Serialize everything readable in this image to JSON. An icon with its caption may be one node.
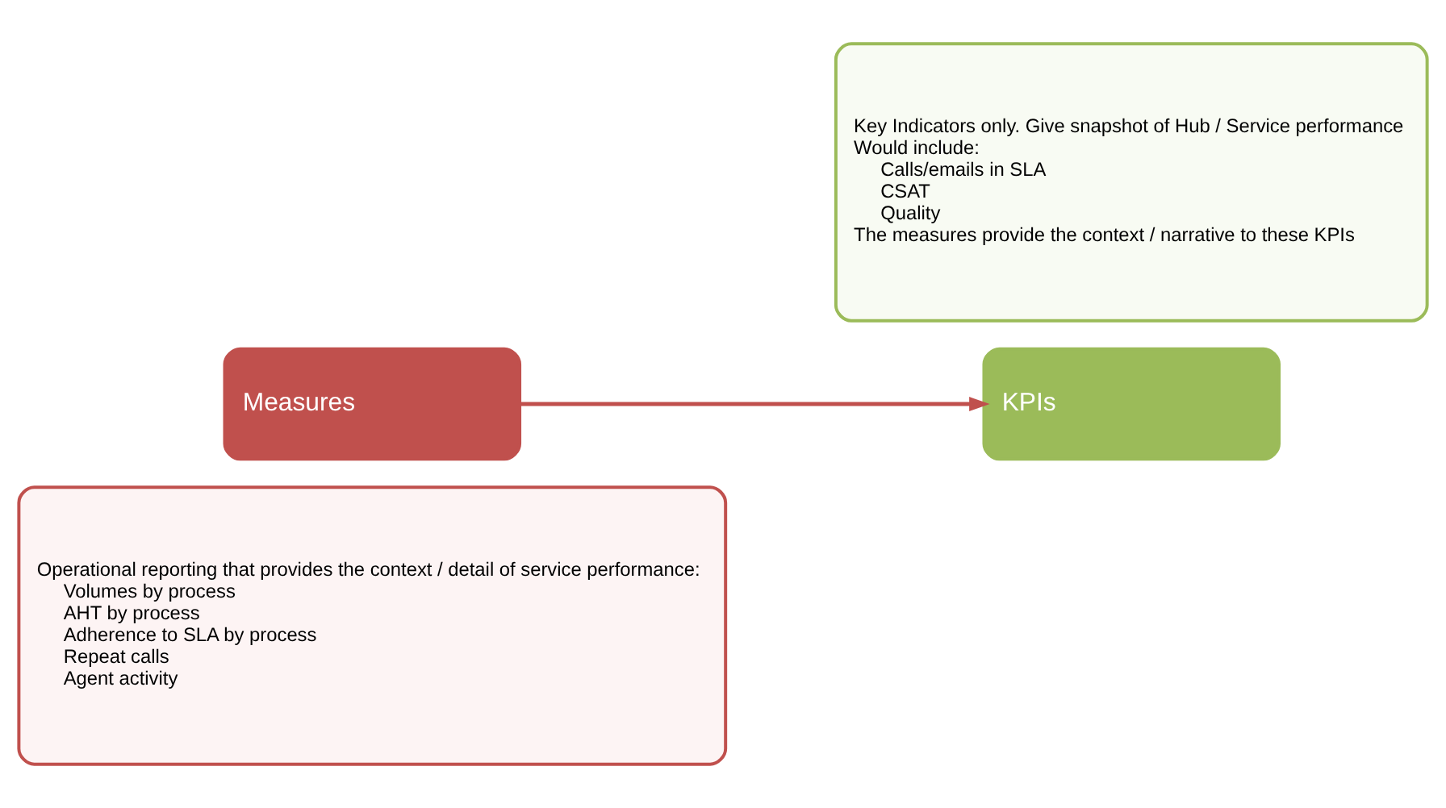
{
  "diagram": {
    "nodes": [
      {
        "text": [
          "Measures"
        ]
      },
      {
        "text": [
          "Operational reporting that provides the context / detail of service performance:",
          "Volumes by process",
          "AHT by process",
          "Adherence to SLA by process",
          "Repeat calls",
          "Agent activity"
        ]
      },
      {
        "text": [
          "KPIs"
        ]
      },
      {
        "text": [
          "Key Indicators only. Give snapshot of Hub / Service performance",
          "Would include:",
          "Calls/emails in SLA",
          "CSAT",
          "Quality",
          "The measures provide the context / narrative to these KPIs"
        ]
      }
    ],
    "edges": [
      {
        "from": 0,
        "to": 2,
        "arrow": "to"
      }
    ]
  }
}
